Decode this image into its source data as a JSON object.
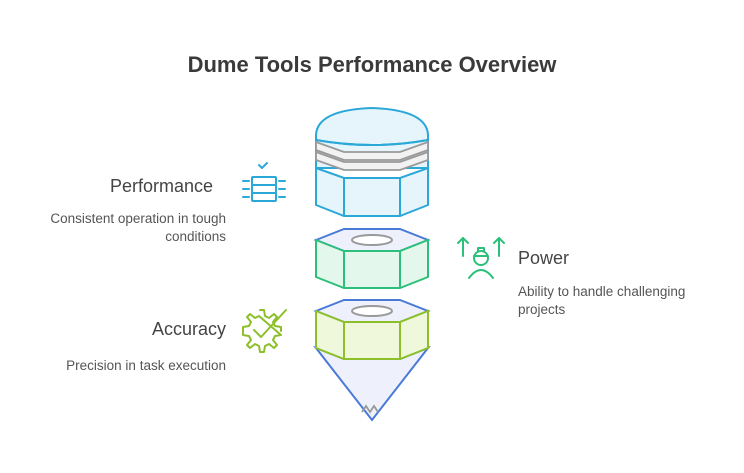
{
  "title": "Dume Tools Performance Overview",
  "items": [
    {
      "heading": "Performance",
      "description_lines": [
        "Consistent operation in tough",
        "conditions"
      ],
      "icon": "server-check-icon",
      "color": "#2aa8d8"
    },
    {
      "heading": "Power",
      "description_lines": [
        "Ability to handle challenging",
        "projects"
      ],
      "icon": "worker-arrows-icon",
      "color": "#2cc07a"
    },
    {
      "heading": "Accuracy",
      "description_lines": [
        "Precision in task execution"
      ],
      "icon": "gear-check-icon",
      "color": "#8cbf2a"
    }
  ]
}
